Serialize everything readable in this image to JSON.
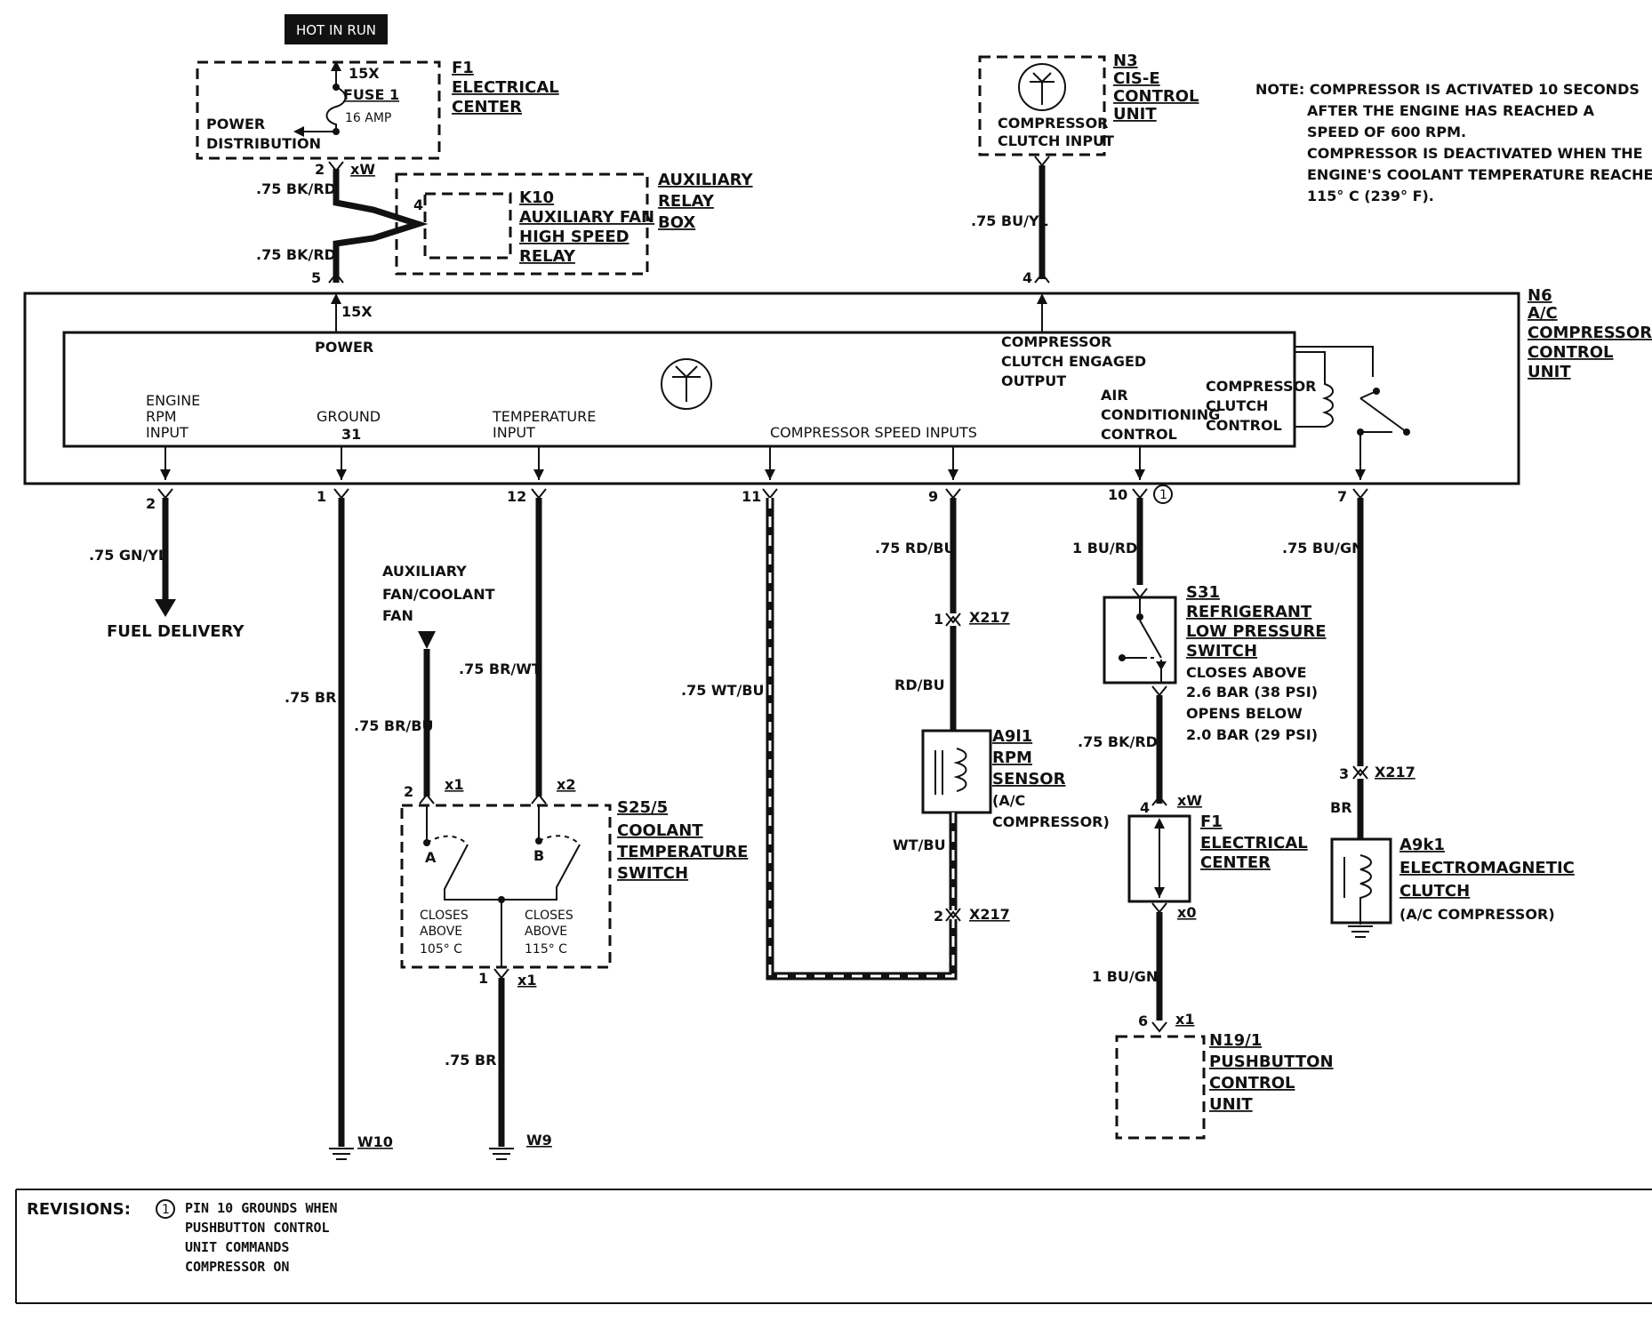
{
  "top_banner": "HOT IN RUN",
  "fuse_block": {
    "pin_15x": "15X",
    "fuse_label": "FUSE 1",
    "amp": "16 AMP",
    "power_dist_1": "POWER",
    "power_dist_2": "DISTRIBUTION",
    "ref": "F1",
    "name_1": "ELECTRICAL",
    "name_2": "CENTER"
  },
  "relay": {
    "ref": "K10",
    "name_1": "AUXILIARY FAN",
    "name_2": "HIGH SPEED",
    "name_3": "RELAY",
    "pin": "4",
    "box_1": "AUXILIARY",
    "box_2": "RELAY",
    "box_3": "BOX"
  },
  "wires_top": {
    "pin2": "2",
    "xw": "xW",
    "w1": ".75 BK/RD",
    "w2": ".75 BK/RD",
    "pin5": "5",
    "w_n3": ".75 BU/YL",
    "pin4": "4"
  },
  "n3": {
    "ref": "N3",
    "name_1": "CIS-E",
    "name_2": "CONTROL",
    "name_3": "UNIT",
    "inner_1": "COMPRESSOR",
    "inner_2": "CLUTCH INPUT"
  },
  "note": {
    "line1": "NOTE:  COMPRESSOR IS ACTIVATED 10 SECONDS",
    "line2": "AFTER THE ENGINE HAS REACHED A",
    "line3": "SPEED OF 600 RPM.",
    "line4": "COMPRESSOR IS DEACTIVATED WHEN THE",
    "line5": "ENGINE'S COOLANT TEMPERATURE REACHES",
    "line6": "115° C (239° F)."
  },
  "n6": {
    "ref": "N6",
    "name_1": "A/C",
    "name_2": "COMPRESSOR",
    "name_3": "CONTROL",
    "name_4": "UNIT",
    "pin_15x": "15X",
    "power": "POWER",
    "engine_rpm_1": "ENGINE",
    "engine_rpm_2": "RPM",
    "engine_rpm_3": "INPUT",
    "ground_1": "GROUND",
    "ground_2": "31",
    "temp_1": "TEMPERATURE",
    "temp_2": "INPUT",
    "speed_inputs": "COMPRESSOR SPEED INPUTS",
    "clutch_out_1": "COMPRESSOR",
    "clutch_out_2": "CLUTCH ENGAGED",
    "clutch_out_3": "OUTPUT",
    "ac_ctrl_1": "AIR",
    "ac_ctrl_2": "CONDITIONING",
    "ac_ctrl_3": "CONTROL",
    "clutch_ctrl_1": "COMPRESSOR",
    "clutch_ctrl_2": "CLUTCH",
    "clutch_ctrl_3": "CONTROL"
  },
  "pins_bottom": {
    "p2": "2",
    "p1": "1",
    "p12": "12",
    "p11": "11",
    "p9": "9",
    "p10": "10",
    "p7": "7",
    "rev1": "1"
  },
  "fuel": {
    "wire": ".75 GN/YL",
    "label": "FUEL DELIVERY"
  },
  "ground_wire": {
    "wire": ".75 BR",
    "ground": "W10"
  },
  "aux_fan": {
    "l1": "AUXILIARY",
    "l2": "FAN/COOLANT",
    "l3": "FAN",
    "wire": ".75 BR/BU"
  },
  "temp_wire": ".75 BR/WT",
  "s25": {
    "pin2": "2",
    "x1a": "x1",
    "x2": "x2",
    "ref": "S25/5",
    "name_1": "COOLANT",
    "name_2": "TEMPERATURE",
    "name_3": "SWITCH",
    "a": "A",
    "b": "B",
    "c1_1": "CLOSES",
    "c1_2": "ABOVE",
    "c1_3": "105° C",
    "c2_1": "CLOSES",
    "c2_2": "ABOVE",
    "c2_3": "115° C",
    "pin1": "1",
    "x1b": "x1",
    "gnd_wire": ".75 BR",
    "ground": "W9"
  },
  "speed_wire": ".75 WT/BU",
  "rpm": {
    "w1": ".75 RD/BU",
    "pin1": "1",
    "x217a": "X217",
    "w2": "RD/BU",
    "ref": "A9l1",
    "name_1": "RPM",
    "name_2": "SENSOR",
    "name_3": "(A/C",
    "name_4": "COMPRESSOR)",
    "w3": "WT/BU",
    "pin2": "2",
    "x217b": "X217"
  },
  "s31": {
    "w1": "1 BU/RD",
    "ref": "S31",
    "name_1": "REFRIGERANT",
    "name_2": "LOW PRESSURE",
    "name_3": "SWITCH",
    "d1": "CLOSES ABOVE",
    "d2": "2.6 BAR (38 PSI)",
    "d3": "OPENS BELOW",
    "d4": "2.0 BAR (29 PSI)",
    "w2": ".75 BK/RD",
    "pin4": "4",
    "xw": "xW",
    "f1_ref": "F1",
    "f1_1": "ELECTRICAL",
    "f1_2": "CENTER",
    "x0": "x0",
    "w3": "1 BU/GN",
    "pin6": "6",
    "x1": "x1",
    "n19_ref": "N19/1",
    "n19_1": "PUSHBUTTON",
    "n19_2": "CONTROL",
    "n19_3": "UNIT"
  },
  "clutch": {
    "w1": ".75 BU/GN",
    "pin3": "3",
    "x217": "X217",
    "w2": "BR",
    "ref": "A9k1",
    "name_1": "ELECTROMAGNETIC",
    "name_2": "CLUTCH",
    "name_3": "(A/C COMPRESSOR)"
  },
  "revisions": {
    "title": "REVISIONS:",
    "num": "1",
    "l1": "PIN 10 GROUNDS WHEN",
    "l2": "PUSHBUTTON CONTROL",
    "l3": "UNIT COMMANDS",
    "l4": "COMPRESSOR ON"
  }
}
